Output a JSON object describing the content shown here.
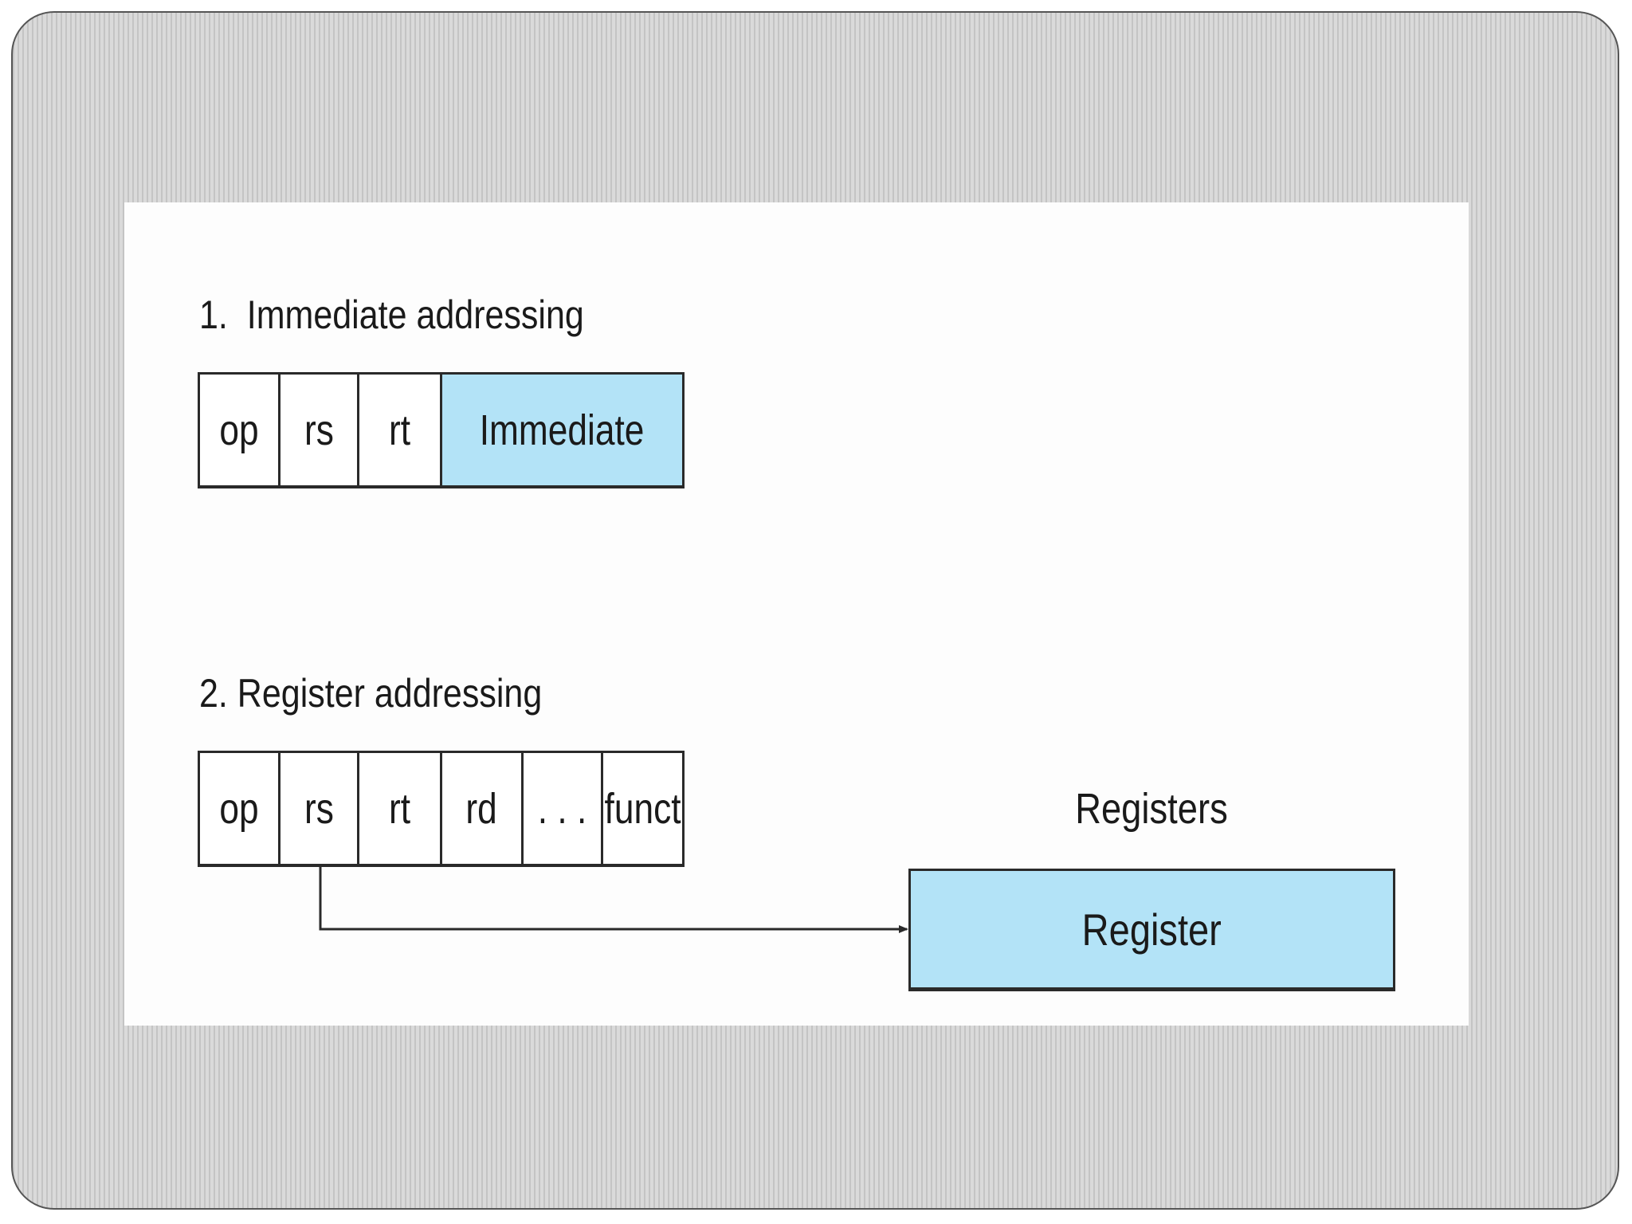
{
  "immediate": {
    "heading": "1.  Immediate addressing",
    "fields": [
      "op",
      "rs",
      "rt",
      "Immediate"
    ]
  },
  "register": {
    "heading": "2. Register addressing",
    "fields": [
      "op",
      "rs",
      "rt",
      "rd",
      ". . .",
      "funct"
    ],
    "registers_label": "Registers",
    "register_box_label": "Register"
  },
  "colors": {
    "highlight": "#b3e3f7",
    "frame_stripe": "#c4c4c4",
    "panel": "#fdfdfd"
  }
}
